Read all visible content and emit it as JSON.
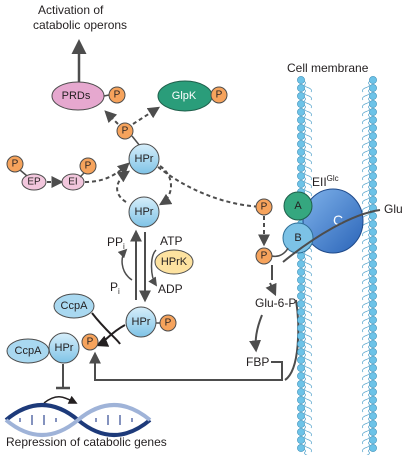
{
  "labels": {
    "activation": [
      "Activation of",
      "catabolic operons"
    ],
    "cell_membrane": "Cell membrane",
    "repression": "Repression of catabolic genes",
    "ppi": "PP",
    "ppi_sub": "i",
    "pi": "P",
    "pi_sub": "i",
    "atp": "ATP",
    "adp": "ADP",
    "glu6p": "Glu-6-P",
    "fbp": "FBP",
    "glu": "Glu",
    "eii": "EII",
    "eii_sup": "Glc"
  },
  "nodes": {
    "prds": "PRDs",
    "glpk": "GlpK",
    "hpr": "HPr",
    "ep": "EP",
    "ei": "EI",
    "hprk": "HPrK",
    "ccpa": "CcpA",
    "a": "A",
    "b": "B",
    "c": "C",
    "p": "P"
  },
  "colors": {
    "hpr_fill": "#a9d8f0",
    "p_fill": "#f6a35c",
    "prds_fill": "#e6a8cf",
    "glpk_fill": "#2a9d7a",
    "ep_fill": "#f2c7dd",
    "hprk_fill": "#fde2a0",
    "a_fill": "#35a77f",
    "b_fill": "#7cc2e6",
    "c_fill": "#3f87d6",
    "membrane": "#6dc3e8",
    "dna_dark": "#1d3a7a",
    "dna_light": "#9fb3d8"
  }
}
